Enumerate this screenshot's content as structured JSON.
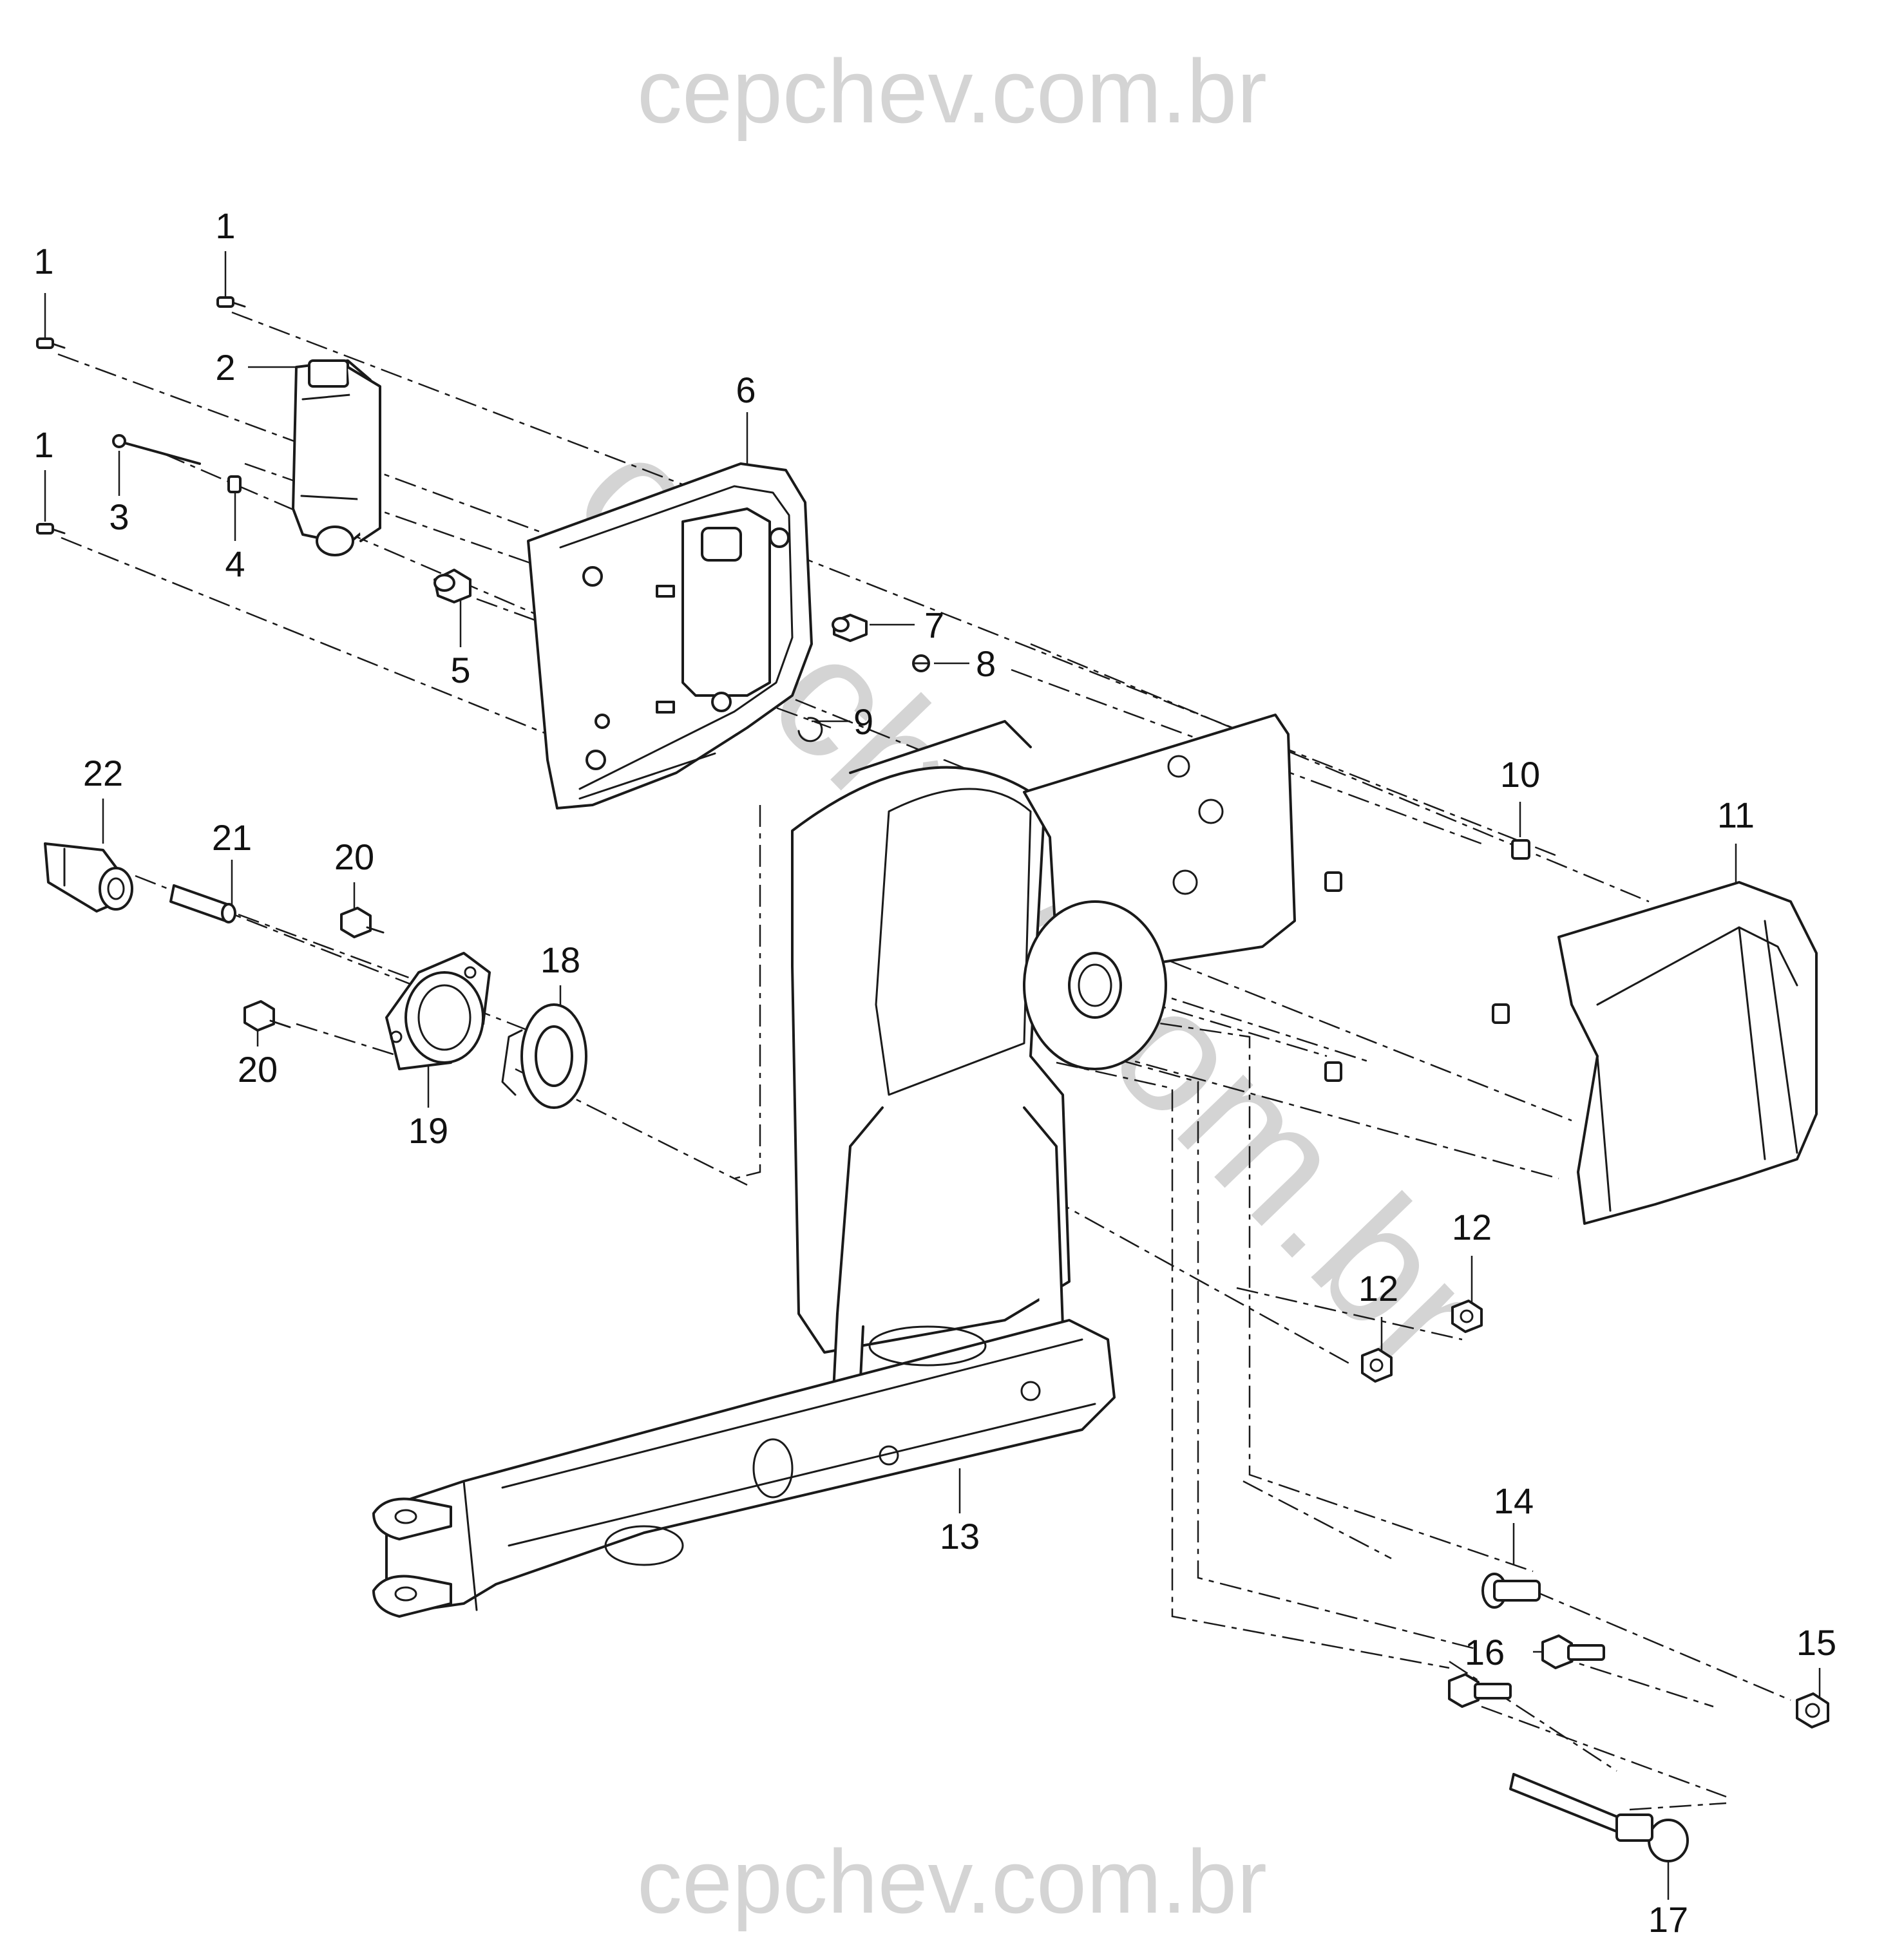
{
  "colors": {
    "watermark": "#d4d4d4",
    "line": "#1a1a1a",
    "background": "#ffffff"
  },
  "watermark": {
    "top": "cepchev.com.br",
    "bottom": "cepchev.com.br",
    "diagonal": "cepchev.com.br"
  },
  "callouts": [
    "1",
    "1",
    "1",
    "2",
    "3",
    "4",
    "5",
    "6",
    "7",
    "8",
    "9",
    "10",
    "11",
    "12",
    "12",
    "13",
    "14",
    "15",
    "16",
    "17",
    "18",
    "19",
    "20",
    "20",
    "21",
    "22"
  ]
}
